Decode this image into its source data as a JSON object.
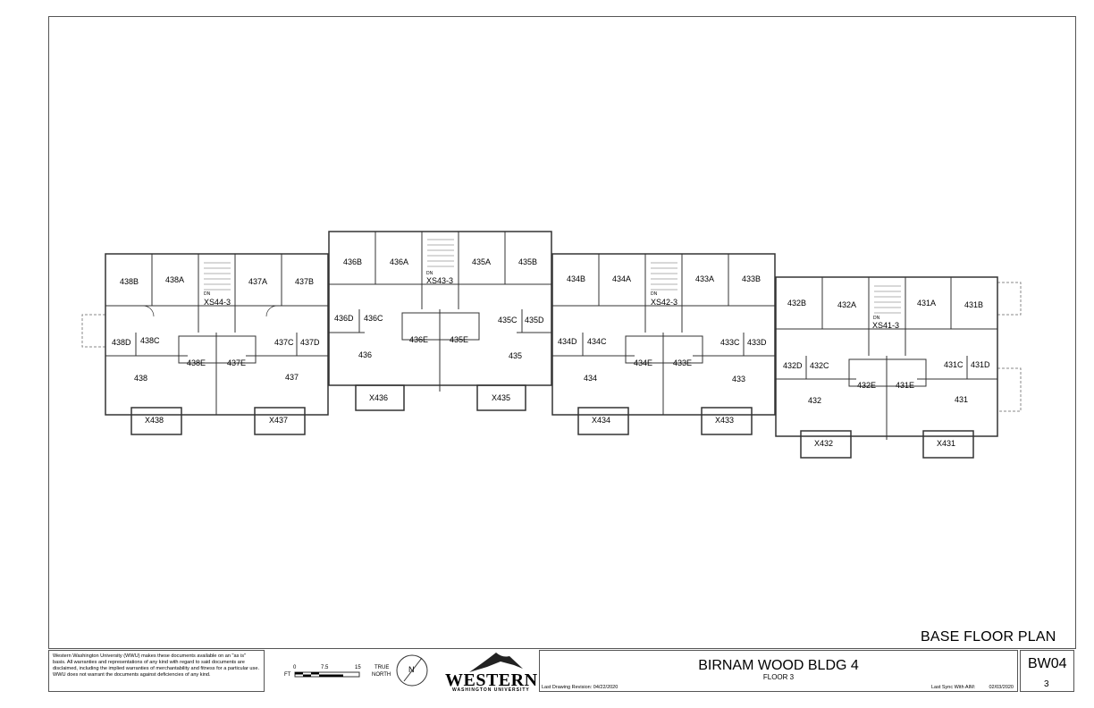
{
  "plan": {
    "sheet_title": "BASE FLOOR PLAN",
    "building": "BIRNAM WOOD BLDG 4",
    "floor": "FLOOR 3",
    "drawing_code": "BW04",
    "sheet_number": "3",
    "last_revision": "Last Drawing Revision: 04/22/2020",
    "last_sync_label": "Last Sync With AIM:",
    "last_sync_date": "02/03/2020",
    "disclaimer": "Western Washington University (WWU) makes these documents available on an \"as is\" basis. All warranties and representations of any kind with regard to said documents are disclaimed, including the implied warranties of merchantability and fitness for a particular use. WWU does not warrant the documents against deficiencies of any kind.",
    "scale": {
      "unit": "FT",
      "ticks": [
        "0",
        "7.5",
        "15"
      ]
    },
    "north": {
      "text1": "TRUE",
      "text2": "NORTH",
      "symbol": "N"
    },
    "logo": {
      "name": "WESTERN",
      "sub": "WASHINGTON UNIVERSITY"
    }
  },
  "rooms": {
    "r438B": "438B",
    "r438A": "438A",
    "r437A": "437A",
    "r437B": "437B",
    "xs44": "XS44-3",
    "r438D": "438D",
    "r438C": "438C",
    "r437C": "437C",
    "r437D": "437D",
    "r438E": "438E",
    "r437E": "437E",
    "r438": "438",
    "r437": "437",
    "x438": "X438",
    "x437": "X437",
    "r436B": "436B",
    "r436A": "436A",
    "r435A": "435A",
    "r435B": "435B",
    "xs43": "XS43-3",
    "r436D": "436D",
    "r436C": "436C",
    "r435C": "435C",
    "r435D": "435D",
    "r436E": "436E",
    "r435E": "435E",
    "r436": "436",
    "r435": "435",
    "x436": "X436",
    "x435": "X435",
    "r434B": "434B",
    "r434A": "434A",
    "r433A": "433A",
    "r433B": "433B",
    "xs42": "XS42-3",
    "r434D": "434D",
    "r434C": "434C",
    "r433C": "433C",
    "r433D": "433D",
    "r434E": "434E",
    "r433E": "433E",
    "r434": "434",
    "r433": "433",
    "x434": "X434",
    "x433": "X433",
    "r432B": "432B",
    "r432A": "432A",
    "r431A": "431A",
    "r431B": "431B",
    "xs41": "XS41-3",
    "r432D": "432D",
    "r432C": "432C",
    "r431C": "431C",
    "r431D": "431D",
    "r432E": "432E",
    "r431E": "431E",
    "r432": "432",
    "r431": "431",
    "x432": "X432",
    "x431": "X431",
    "dn": "DN"
  }
}
